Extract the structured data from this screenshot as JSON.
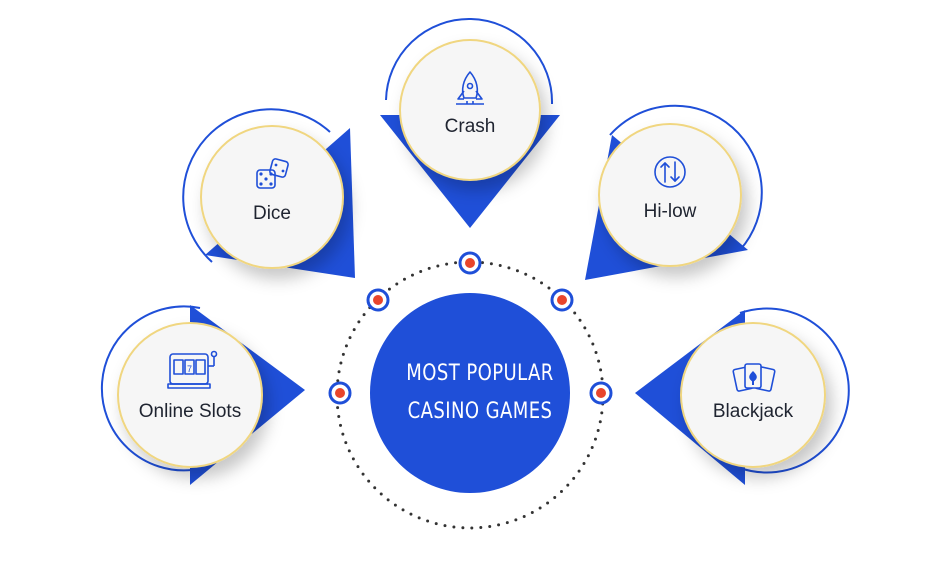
{
  "center": {
    "title_line1": "MOST POPULAR",
    "title_line2": "CASINO GAMES"
  },
  "games": [
    {
      "label": "Online Slots",
      "icon": "slot-machine-icon"
    },
    {
      "label": "Dice",
      "icon": "dice-icon"
    },
    {
      "label": "Crash",
      "icon": "rocket-icon"
    },
    {
      "label": "Hi-low",
      "icon": "up-down-arrows-icon"
    },
    {
      "label": "Blackjack",
      "icon": "playing-cards-icon"
    }
  ],
  "colors": {
    "accent": "#1f4fd8",
    "dot": "#e8452c",
    "ring": "#f0d680",
    "text": "#1f2430"
  }
}
